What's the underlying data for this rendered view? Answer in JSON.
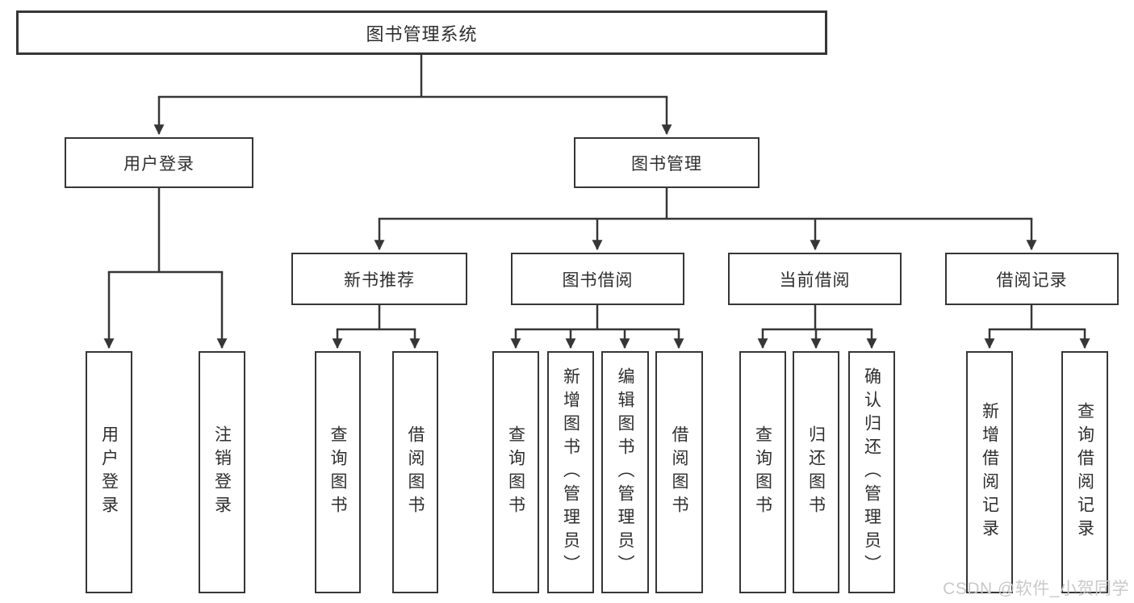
{
  "tree": {
    "root": {
      "label": "图书管理系统"
    },
    "branches": [
      {
        "label": "用户登录",
        "children": [
          "用户登录",
          "注销登录"
        ]
      },
      {
        "label": "图书管理",
        "groups": [
          {
            "label": "新书推荐",
            "children": [
              "查询图书",
              "借阅图书"
            ]
          },
          {
            "label": "图书借阅",
            "children": [
              "查询图书",
              "新增图书（管理员）",
              "编辑图书（管理员）",
              "借阅图书"
            ]
          },
          {
            "label": "当前借阅",
            "children": [
              "查询图书",
              "归还图书",
              "确认归还（管理员）"
            ]
          },
          {
            "label": "借阅记录",
            "children": [
              "新增借阅记录",
              "查询借阅记录"
            ]
          }
        ]
      }
    ]
  },
  "watermark": "CSDN @软件_小贺同学",
  "colors": {
    "line": "#363636",
    "box_fill": "#ffffff",
    "text": "#2e2e2e",
    "watermark": "#c9c9c9"
  }
}
